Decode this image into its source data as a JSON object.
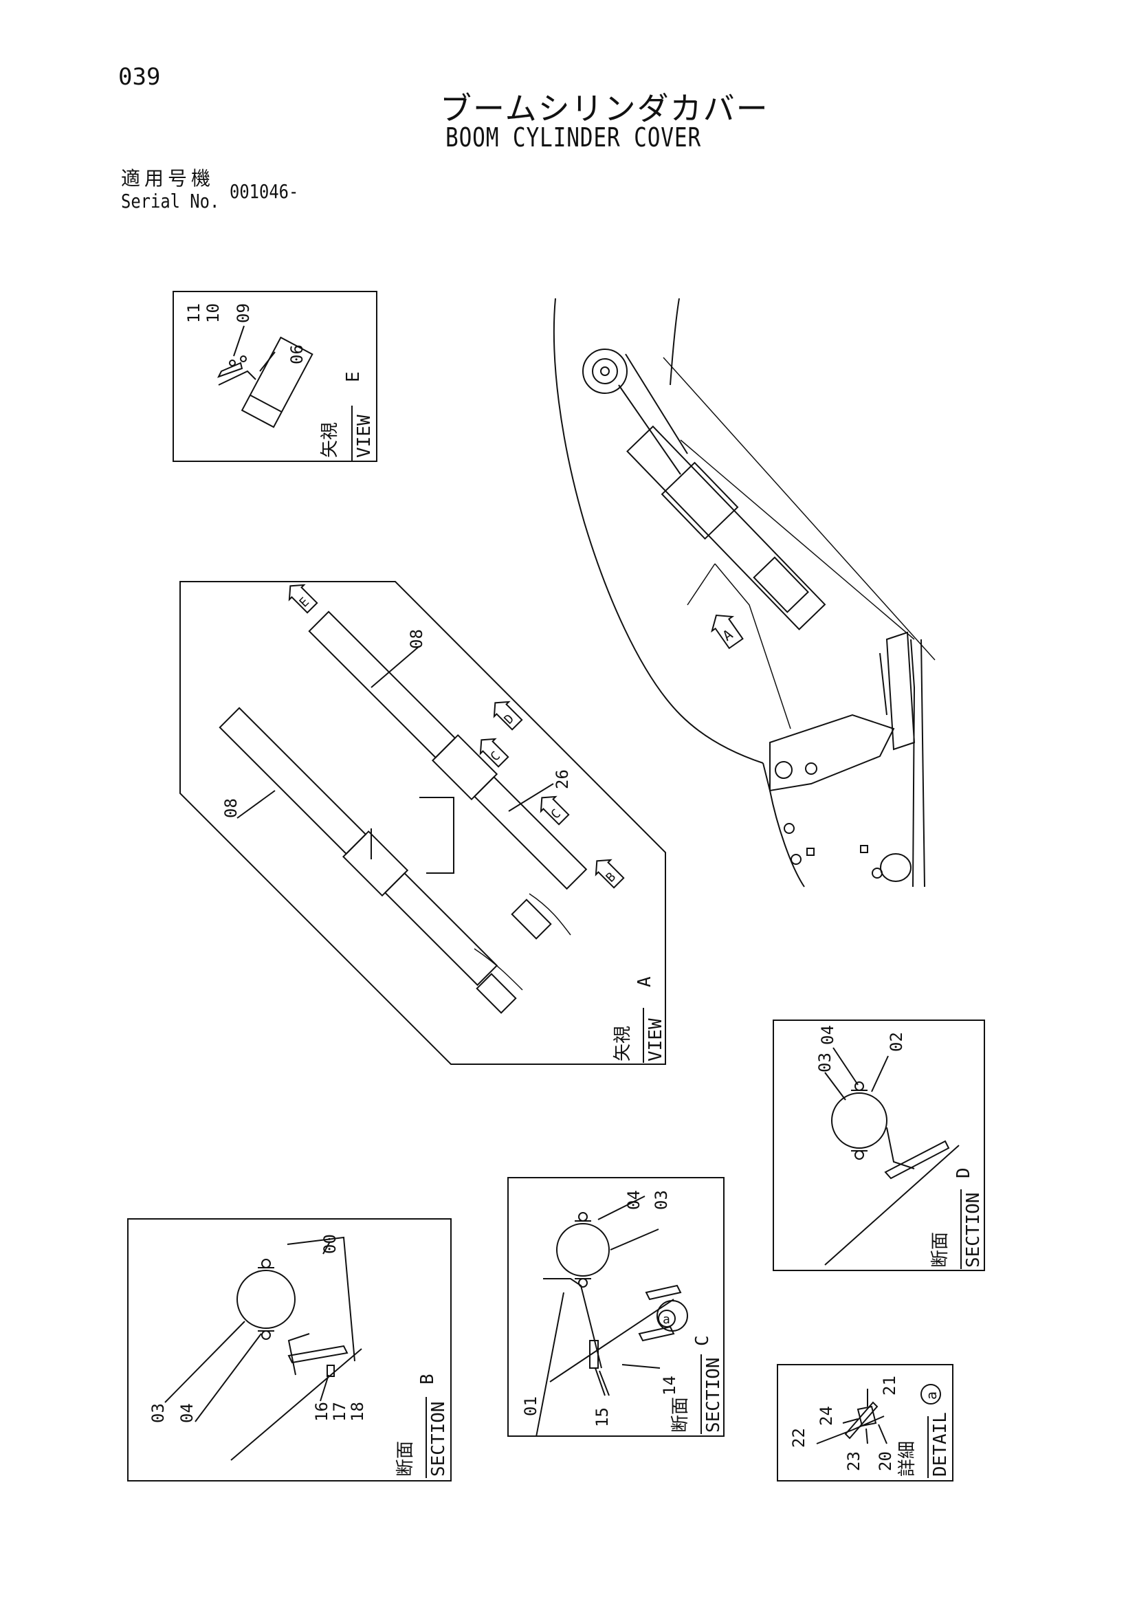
{
  "page_number": "039",
  "title_jp": "ブームシリンダカバー",
  "title_en": "BOOM CYLINDER COVER",
  "serial": {
    "label_jp": "適用号機",
    "label_en": "Serial No.",
    "value": "001046-"
  },
  "views": {
    "view_e": {
      "label_jp": "矢視",
      "label_en": "VIEW",
      "letter": "E",
      "parts": [
        "11",
        "10",
        "09",
        "06"
      ]
    },
    "view_a": {
      "label_jp": "矢視",
      "label_en": "VIEW",
      "letter": "A",
      "parts": [
        "08",
        "08",
        "26"
      ],
      "arrows": [
        "E",
        "D",
        "C",
        "C",
        "B"
      ]
    },
    "main_arrow": "A",
    "section_d": {
      "label_jp": "断面",
      "label_en": "SECTION",
      "letter": "D",
      "parts": [
        "03",
        "04",
        "02"
      ]
    },
    "section_c": {
      "label_jp": "断面",
      "label_en": "SECTION",
      "letter": "C",
      "parts": [
        "04",
        "03",
        "01",
        "14",
        "15"
      ],
      "detail_ref": "a"
    },
    "section_b": {
      "label_jp": "断面",
      "label_en": "SECTION",
      "letter": "B",
      "parts": [
        "00",
        "03",
        "04",
        "16",
        "17",
        "18"
      ]
    },
    "detail_a": {
      "label_jp": "詳細",
      "label_en": "DETAIL",
      "letter": "a",
      "parts": [
        "22",
        "24",
        "21",
        "23",
        "20"
      ]
    }
  }
}
